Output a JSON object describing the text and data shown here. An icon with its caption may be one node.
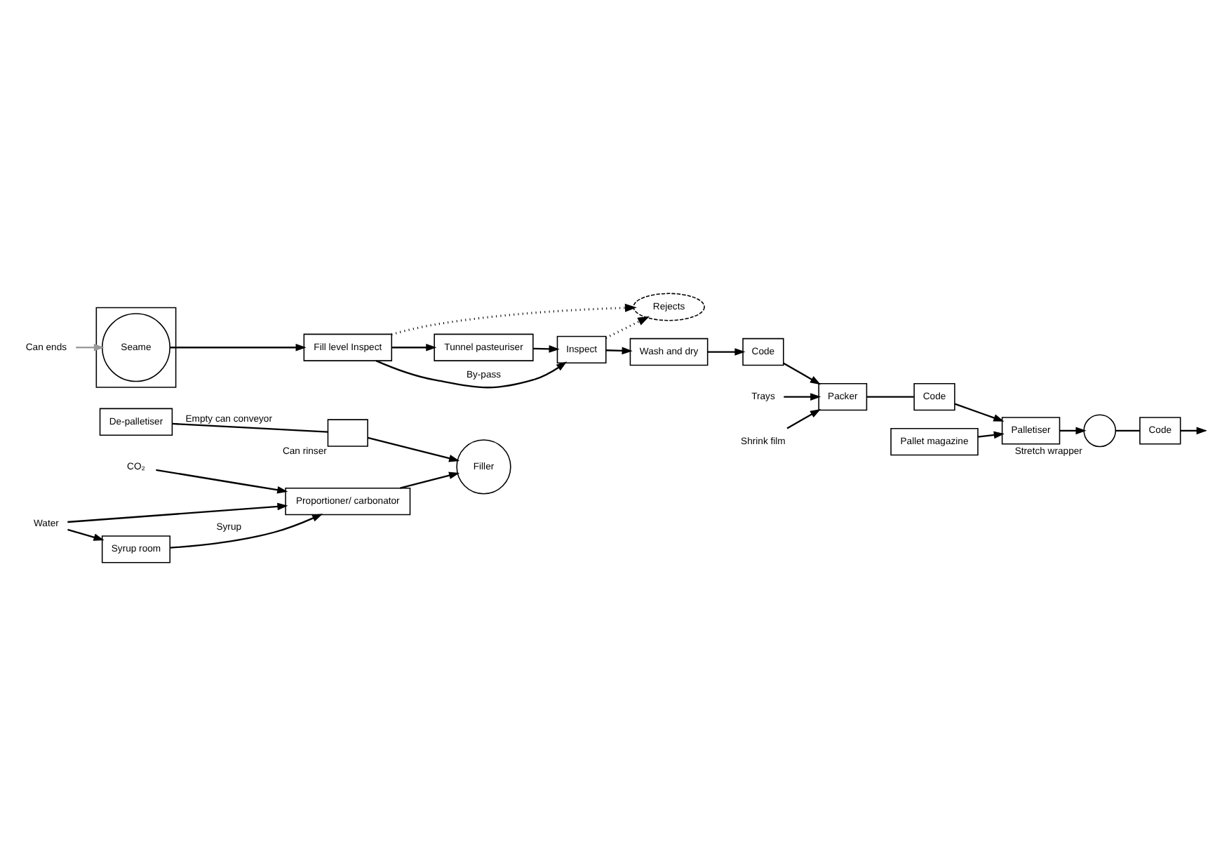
{
  "diagram": {
    "nodes": [
      {
        "text": [
          "De-palletiser"
        ]
      },
      {
        "text": [
          "Proportioner/ carbonator"
        ]
      },
      {
        "text": [],
        "shape": "box",
        "beside": [
          "Can rinser"
        ]
      },
      {
        "text": [
          "Filler"
        ]
      },
      {
        "text": [
          "Can ends"
        ]
      },
      {
        "text": [],
        "shape": "box"
      },
      {
        "text": [
          "Seame"
        ],
        "in": 5
      },
      {
        "text": [
          "CO₂"
        ]
      },
      {
        "text": [
          "Water"
        ]
      },
      {
        "text": [
          "Syrup room"
        ]
      },
      {
        "text": [
          "Fill level Inspect"
        ]
      },
      {
        "text": [
          "Rejects"
        ]
      },
      {
        "text": [
          "Tunnel pasteuriser"
        ]
      },
      {
        "text": [
          "Inspect"
        ]
      },
      {
        "text": [
          "Wash and dry"
        ]
      },
      {
        "text": [
          "Code"
        ]
      },
      {
        "text": [
          "Trays"
        ]
      },
      {
        "text": [
          "Shrink film"
        ]
      },
      {
        "text": [
          "Packer"
        ]
      },
      {
        "text": [
          "Code"
        ]
      },
      {
        "text": [
          "Palletiser"
        ]
      },
      {
        "text": [
          "Pallet magazine"
        ]
      },
      {
        "text": [],
        "shape": "circle",
        "beside": [
          "Stretch wrapper"
        ]
      },
      {
        "text": [
          "Code"
        ]
      }
    ],
    "edges": [
      {
        "from": 0,
        "to": 2,
        "arrow": "none",
        "label": "Empty can conveyor"
      },
      {
        "from": 2,
        "to": 3,
        "arrow": "to"
      },
      {
        "from": 1,
        "to": 3,
        "arrow": "to"
      },
      {
        "from": 4,
        "to": 6,
        "arrow": "to",
        "color": "#999999"
      },
      {
        "from": 6,
        "to": 10,
        "arrow": "to"
      },
      {
        "from": 7,
        "to": 1,
        "arrow": "to"
      },
      {
        "from": 8,
        "to": 1,
        "arrow": "to"
      },
      {
        "from": 8,
        "to": 9,
        "arrow": "to"
      },
      {
        "from": 9,
        "to": 1,
        "arrow": "to",
        "label": "Syrup"
      },
      {
        "from": 10,
        "to": 11,
        "arrow": "to",
        "style": "dashed"
      },
      {
        "from": 10,
        "to": 12,
        "arrow": "to"
      },
      {
        "from": 10,
        "to": 13,
        "arrow": "to",
        "label": "By-pass"
      },
      {
        "from": 12,
        "to": 13,
        "arrow": "to"
      },
      {
        "from": 13,
        "to": 11,
        "arrow": "to",
        "style": "dashed"
      },
      {
        "from": 13,
        "to": 14,
        "arrow": "to"
      },
      {
        "from": 14,
        "to": 15,
        "arrow": "to"
      },
      {
        "from": 15,
        "to": 18,
        "arrow": "to"
      },
      {
        "from": 16,
        "to": 18,
        "arrow": "to"
      },
      {
        "from": 17,
        "to": 18,
        "arrow": "to"
      },
      {
        "from": 18,
        "to": 19,
        "arrow": "none"
      },
      {
        "from": 19,
        "to": 20,
        "arrow": "to"
      },
      {
        "from": 21,
        "to": 20,
        "arrow": "to"
      },
      {
        "from": 20,
        "to": 22,
        "arrow": "to"
      },
      {
        "from": 22,
        "to": 23,
        "arrow": "none"
      },
      {
        "from": 23,
        "to": null,
        "arrow": "to"
      }
    ]
  }
}
